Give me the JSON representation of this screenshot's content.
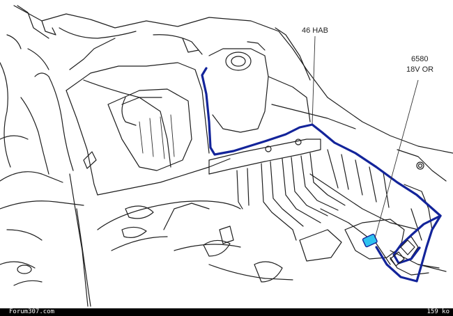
{
  "labels": {
    "harness": "46 HAB",
    "component_line1": "6580",
    "component_line2": "18V OR"
  },
  "footer": {
    "site": "Forum307.com",
    "size": "159 ko"
  },
  "colors": {
    "harness": "#13249a",
    "connector": "#2ec3f0",
    "footer_bg": "#000000"
  }
}
